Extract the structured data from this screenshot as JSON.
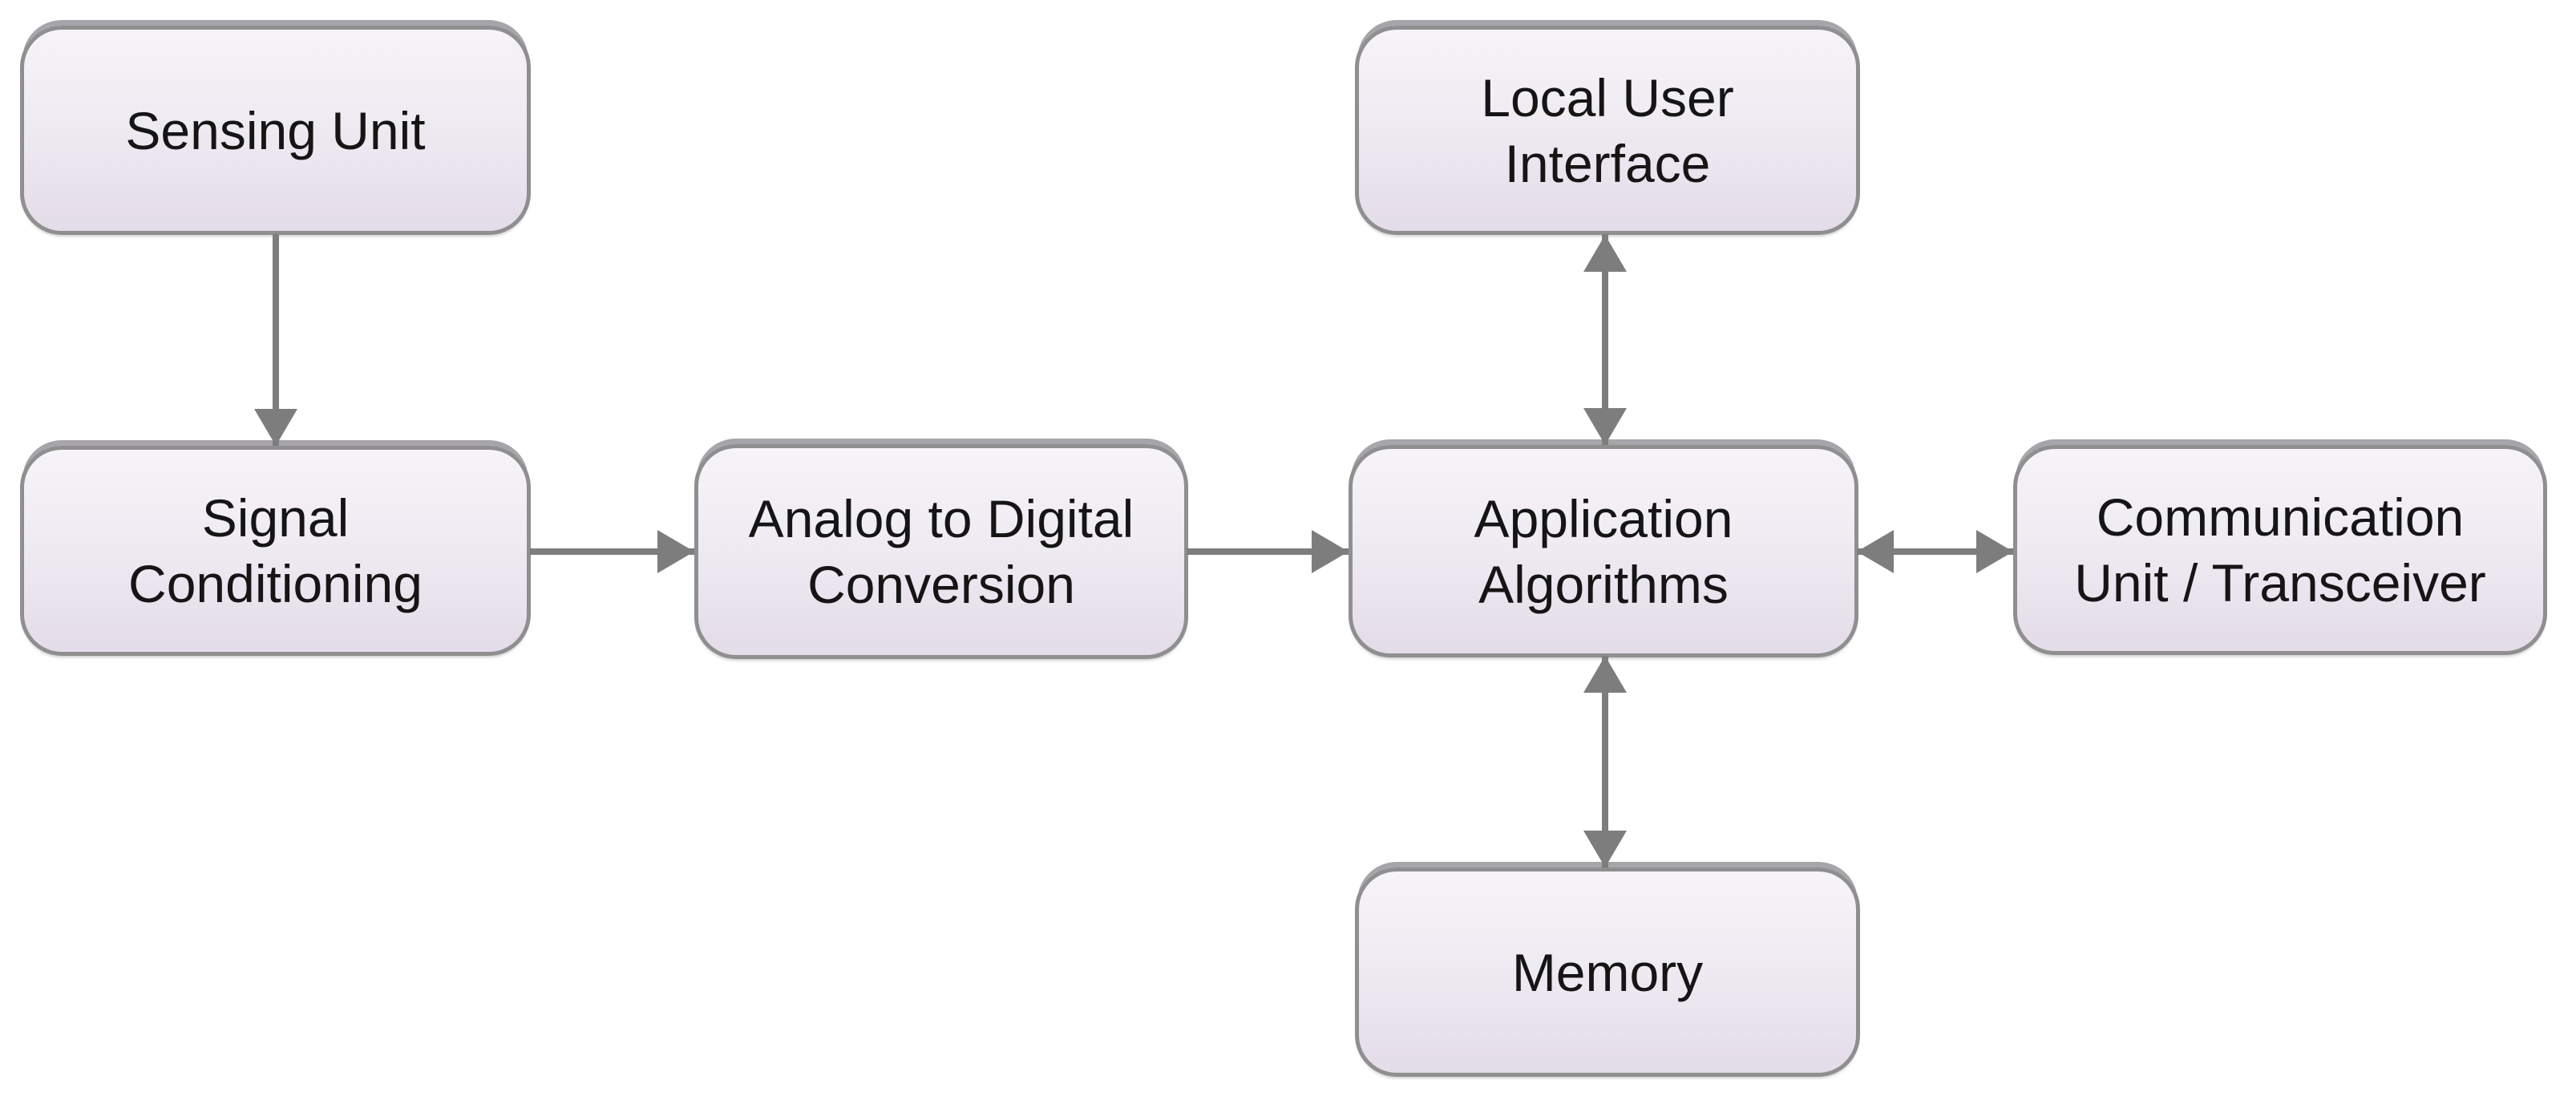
{
  "diagram": {
    "nodes": [
      {
        "id": "sensing-unit",
        "lines": [
          "Sensing Unit"
        ]
      },
      {
        "id": "signal-conditioning",
        "lines": [
          "Signal",
          "Conditioning"
        ]
      },
      {
        "id": "analog-to-digital-conversion",
        "lines": [
          "Analog to Digital",
          "Conversion"
        ]
      },
      {
        "id": "application-algorithms",
        "lines": [
          "Application",
          "Algorithms"
        ]
      },
      {
        "id": "local-user-interface",
        "lines": [
          "Local User",
          "Interface"
        ]
      },
      {
        "id": "communication-unit-transceiver",
        "lines": [
          "Communication",
          "Unit / Transceiver"
        ]
      },
      {
        "id": "memory",
        "lines": [
          "Memory"
        ]
      }
    ],
    "edges": [
      {
        "from": "sensing-unit",
        "to": "signal-conditioning",
        "bidirectional": false
      },
      {
        "from": "signal-conditioning",
        "to": "analog-to-digital-conversion",
        "bidirectional": false
      },
      {
        "from": "analog-to-digital-conversion",
        "to": "application-algorithms",
        "bidirectional": false
      },
      {
        "from": "application-algorithms",
        "to": "local-user-interface",
        "bidirectional": true
      },
      {
        "from": "application-algorithms",
        "to": "memory",
        "bidirectional": true
      },
      {
        "from": "application-algorithms",
        "to": "communication-unit-transceiver",
        "bidirectional": true
      }
    ]
  },
  "colors": {
    "fill_top": "#f6f4f8",
    "fill_mid": "#efebf2",
    "fill_bottom": "#e3dce9",
    "box_border": "#8f8f8f",
    "shadow_top": "#a8a5aa",
    "arrow": "#7d7d7d",
    "text": "#151515",
    "background": "#ffffff"
  }
}
